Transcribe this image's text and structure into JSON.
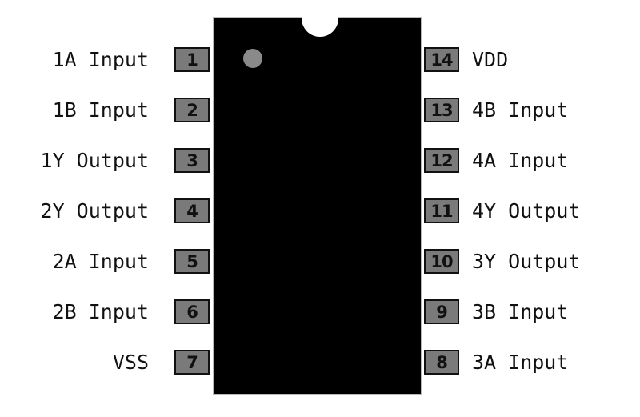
{
  "left_pins": [
    {
      "number": "1",
      "label": "1A Input"
    },
    {
      "number": "2",
      "label": "1B Input"
    },
    {
      "number": "3",
      "label": "1Y Output"
    },
    {
      "number": "4",
      "label": "2Y Output"
    },
    {
      "number": "5",
      "label": "2A Input"
    },
    {
      "number": "6",
      "label": "2B Input"
    },
    {
      "number": "7",
      "label": "VSS"
    }
  ],
  "right_pins": [
    {
      "number": "14",
      "label": "VDD"
    },
    {
      "number": "13",
      "label": "4B Input"
    },
    {
      "number": "12",
      "label": "4A Input"
    },
    {
      "number": "11",
      "label": "4Y Output"
    },
    {
      "number": "10",
      "label": "3Y Output"
    },
    {
      "number": "9",
      "label": "3B Input"
    },
    {
      "number": "8",
      "label": "3A Input"
    }
  ],
  "colors": {
    "chip_body": "#000000",
    "pin_fill": "#7a7a7a",
    "pin_one_dot": "#8a8a8a"
  }
}
